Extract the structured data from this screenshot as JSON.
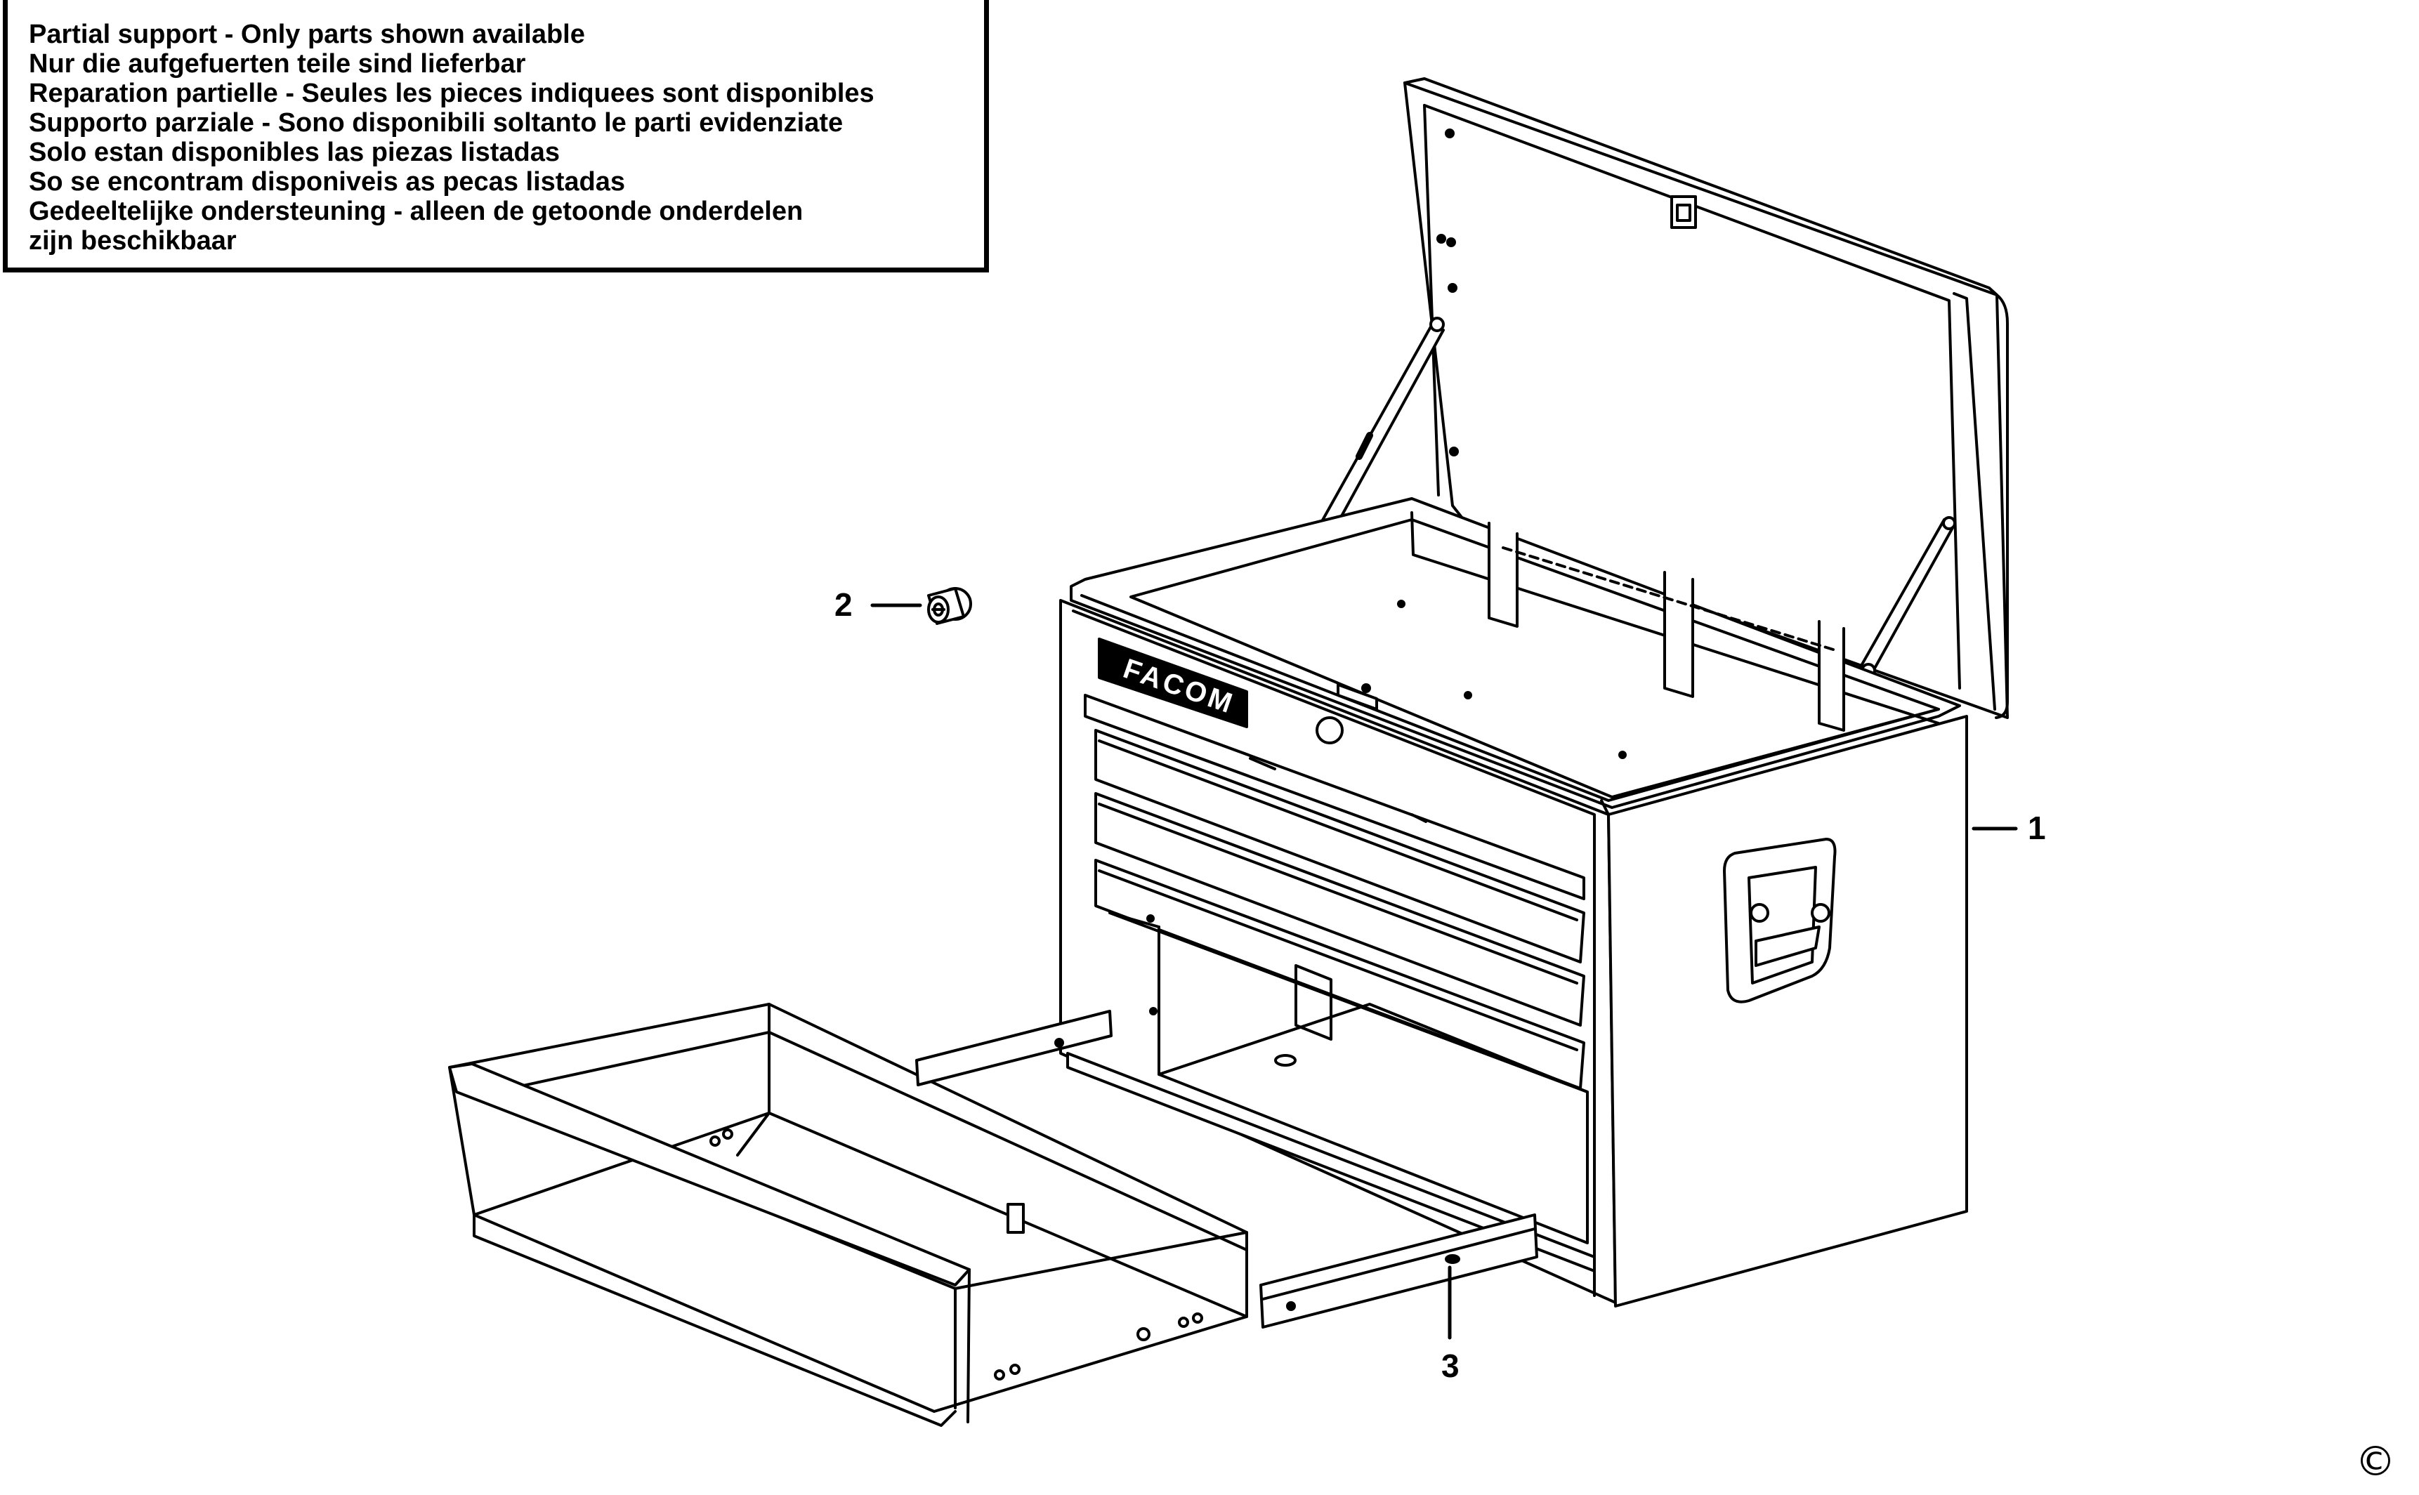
{
  "notice": {
    "lines": [
      "Partial support - Only parts shown available",
      "Nur die aufgefuerten teile sind lieferbar",
      "Reparation partielle - Seules les pieces indiquees sont disponibles",
      "Supporto parziale - Sono disponibili soltanto le parti evidenziate",
      "Solo estan disponibles las piezas listadas",
      "So se encontram disponiveis as pecas listadas",
      "Gedeeltelijke ondersteuning - alleen de getoonde onderdelen",
      "zijn beschikbaar"
    ]
  },
  "diagram": {
    "brand": "FACOM",
    "callouts": [
      {
        "number": "1",
        "part": "tool-chest-body"
      },
      {
        "number": "2",
        "part": "lock-cylinder"
      },
      {
        "number": "3",
        "part": "drawer-slide"
      }
    ]
  },
  "copyright": "©",
  "colors": {
    "ink": "#000000",
    "paper": "#ffffff"
  }
}
